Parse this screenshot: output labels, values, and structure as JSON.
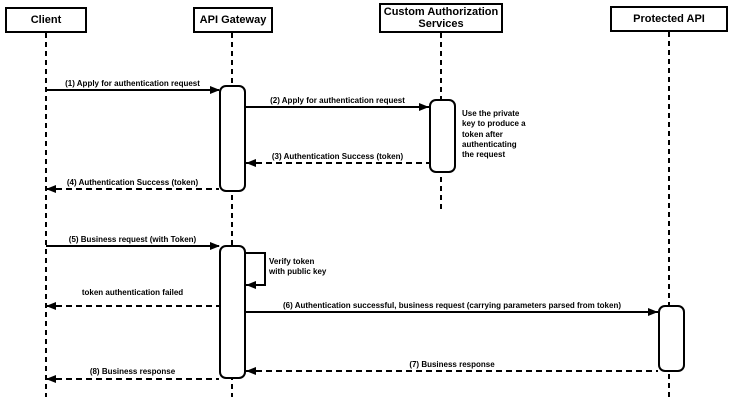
{
  "diagram_type": "sequence-diagram",
  "colors": {
    "line": "#000000",
    "fill": "#ffffff",
    "text": "#000000"
  },
  "participants": [
    {
      "name": "client",
      "label": "Client"
    },
    {
      "name": "api-gateway",
      "label": "API Gateway"
    },
    {
      "name": "custom-authorization-services",
      "label": "Custom Authorization\nServices"
    },
    {
      "name": "protected-api",
      "label": "Protected API"
    }
  ],
  "messages": [
    {
      "label": "(1) Apply for authentication request",
      "from": "Client",
      "to": "API Gateway",
      "line": "solid"
    },
    {
      "label": "(2) Apply for authentication request",
      "from": "API Gateway",
      "to": "Custom Authorization Services",
      "line": "solid"
    },
    {
      "label": "(3) Authentication Success (token)",
      "from": "Custom Authorization Services",
      "to": "API Gateway",
      "line": "dashed"
    },
    {
      "label": "(4) Authentication Success (token)",
      "from": "API Gateway",
      "to": "Client",
      "line": "dashed"
    },
    {
      "label": "(5) Business request (with Token)",
      "from": "Client",
      "to": "API Gateway",
      "line": "solid"
    },
    {
      "label": "Verify token\nwith public key",
      "from": "API Gateway",
      "to": "API Gateway",
      "line": "self"
    },
    {
      "label": "token authentication failed",
      "from": "API Gateway",
      "to": "Client",
      "line": "dashed"
    },
    {
      "label": "(6) Authentication successful, business request (carrying parameters parsed from token)",
      "from": "API Gateway",
      "to": "Protected API",
      "line": "solid"
    },
    {
      "label": "(7) Business response",
      "from": "Protected API",
      "to": "API Gateway",
      "line": "dashed"
    },
    {
      "label": "(8) Business response",
      "from": "API Gateway",
      "to": "Client",
      "line": "dashed"
    }
  ],
  "note": {
    "text": "Use the private\nkey to produce a\ntoken after\nauthenticating\nthe request",
    "attached_to": "Custom Authorization Services"
  }
}
